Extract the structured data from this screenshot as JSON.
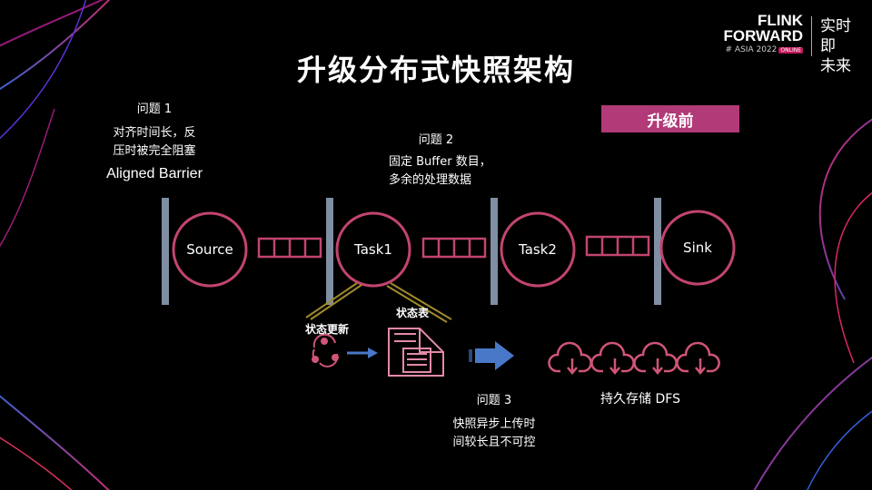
{
  "slide": {
    "title": "升级分布式快照架构",
    "badge": "升级前",
    "logo": {
      "line1": "FLINK",
      "line2": "FORWARD",
      "sub": "# ASIA 2022",
      "sub_tag": "ONLINE",
      "zh1": "实时即",
      "zh2": "未来"
    }
  },
  "issues": [
    {
      "title": "问题 1",
      "line1": "对齐时间长，反",
      "line2": "压时被完全阻塞"
    },
    {
      "title": "问题 2",
      "line1": "固定 Buffer 数目，",
      "line2": "多余的处理数据"
    },
    {
      "title": "问题 3",
      "line1": "快照异步上传时",
      "line2": "间较长且不可控"
    }
  ],
  "barrier_label": "Aligned Barrier",
  "operators": [
    "Source",
    "Task1",
    "Task2",
    "Sink"
  ],
  "state_update_label": "状态更新",
  "state_table_label": "状态表",
  "storage_label": "持久存储 DFS",
  "colors": {
    "accent": "#b23a78",
    "circle": "#c2446f",
    "bar": "#7f8ea3",
    "arrow": "#4a78c8",
    "connector": "#a08a2a"
  }
}
